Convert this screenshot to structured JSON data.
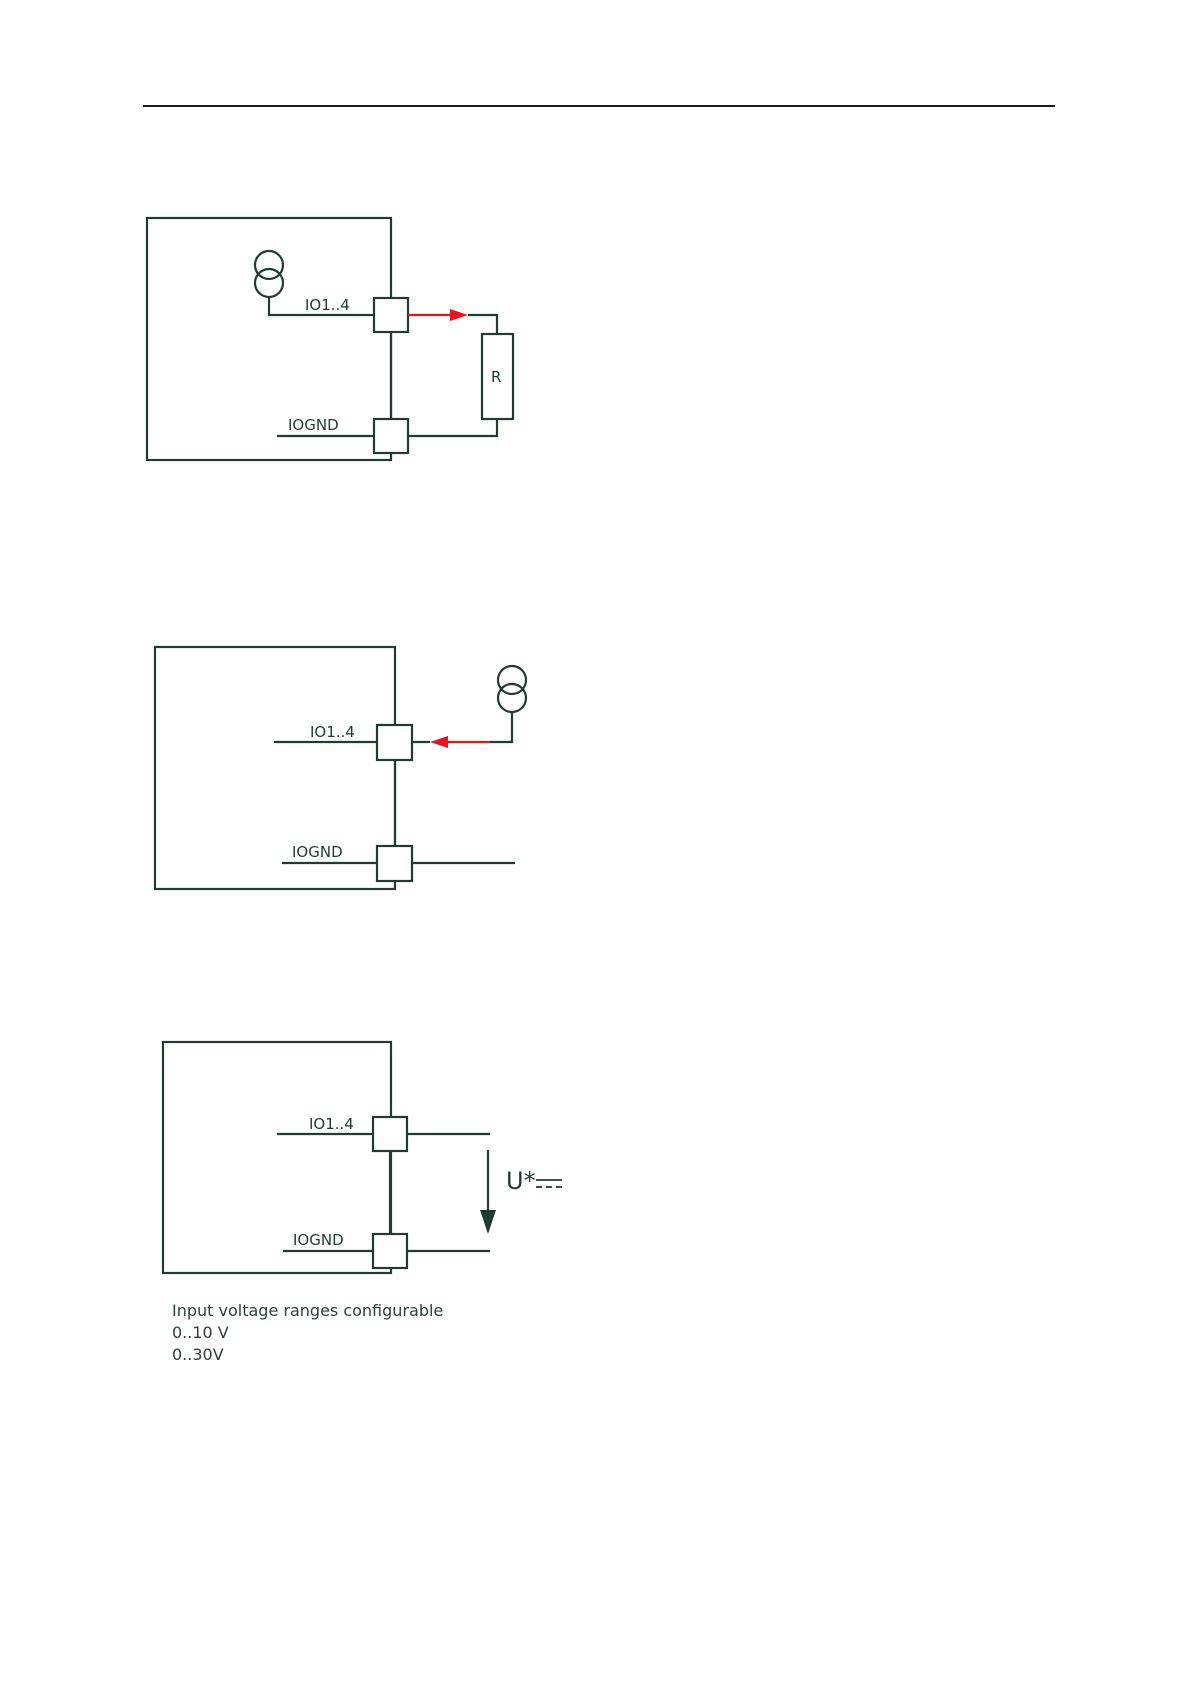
{
  "diagram1": {
    "io_label": "IO1..4",
    "gnd_label": "IOGND",
    "resistor_label": "R"
  },
  "diagram2": {
    "io_label": "IO1..4",
    "gnd_label": "IOGND"
  },
  "diagram3": {
    "io_label": "IO1..4",
    "gnd_label": "IOGND",
    "voltage_label": "U*"
  },
  "note": {
    "title": "Input voltage ranges configurable",
    "ranges": [
      "0..10 V",
      "0..30V"
    ]
  },
  "colors": {
    "wire": "#1e3d2f",
    "current_flow": "#e8141a"
  }
}
